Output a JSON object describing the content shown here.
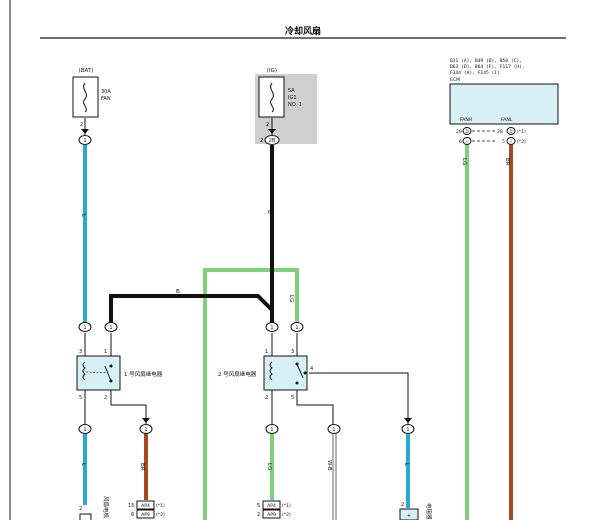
{
  "title": "冷却风扇",
  "colors": {
    "blue": "#2aa9d6",
    "green": "#7fcf7c",
    "brown": "#a34a22",
    "black": "#111111",
    "ig_shade": "#cfcfcf",
    "ecm_fill": "#d6f0f6",
    "frame": "#1a1a1a"
  },
  "fuse_bat": {
    "source": "(BAT)",
    "rating": "30A",
    "name": "FAN",
    "pin": "2",
    "node": "1"
  },
  "fuse_ig": {
    "source": "(IG)",
    "rating": "5A",
    "name": "IG1",
    "number": "NO. 1",
    "pin_top": "2",
    "pin_conn": "2",
    "conn": "2B"
  },
  "ecm": {
    "codes_line1": "B31 (A), B49 (B), B50 (C),",
    "codes_line2": "B63 (D), B64 (F), F117 (H),",
    "codes_line3": "F144 (H), F145 (I)",
    "name": "ECM",
    "pin_left": "FANH",
    "pin_right": "FANL",
    "left_pin_num": "29",
    "left_pin_letter": "D",
    "left_row2_num": "6",
    "left_row2_letter": "I",
    "right_pin_num": "28",
    "right_pin_letter": "D",
    "right_note1": "(*1)",
    "right_row2_num": "5",
    "right_row2_letter": "I",
    "right_note2": "(*2)"
  },
  "wire_labels": {
    "l_main": "L",
    "b_ig": "B",
    "b_horiz": "B",
    "lg_relay2": "LG",
    "lg_ecm": "LG",
    "br_ecm": "BR",
    "l_low_left": "L",
    "br_low": "BR",
    "lg_low": "LG",
    "wb_low": "W-B",
    "l_low_right": "L"
  },
  "relay1": {
    "label": "1 号风扇继电器",
    "pin3": "3",
    "pin1": "1",
    "pin5": "5",
    "pin2": "2"
  },
  "relay2": {
    "label": "2 号风扇继电器",
    "pin1": "1",
    "pin3": "3",
    "pin4": "4",
    "pin2": "2",
    "pin5": "5"
  },
  "nodes": {
    "n_top_left_a": "1",
    "n_top_left_b": "1",
    "n_top_right_a": "1",
    "n_top_right_b": "1",
    "n_low_1": "1",
    "n_low_2": "1",
    "n_low_3": "1",
    "n_low_4": "1",
    "n_low_5": "1"
  },
  "bottom": {
    "motor_pin": "2",
    "motor_label": "风扇电机",
    "ap_left_row1_num": "15",
    "ap_left_row1_code": "AP4",
    "ap_left_row1_note": "(*1)",
    "ap_left_row2_num": "6",
    "ap_left_row2_code": "AP9",
    "ap_left_row2_note": "(*2)",
    "ap_mid_row1_num": "5",
    "ap_mid_row1_code": "AP4",
    "ap_mid_row1_note": "(*1)",
    "ap_mid_row2_num": "2",
    "ap_mid_row2_code": "AP9",
    "ap_mid_row2_note": "(*2)",
    "right_pin": "2",
    "right_label": "电阻器",
    "right_plus": "+"
  }
}
